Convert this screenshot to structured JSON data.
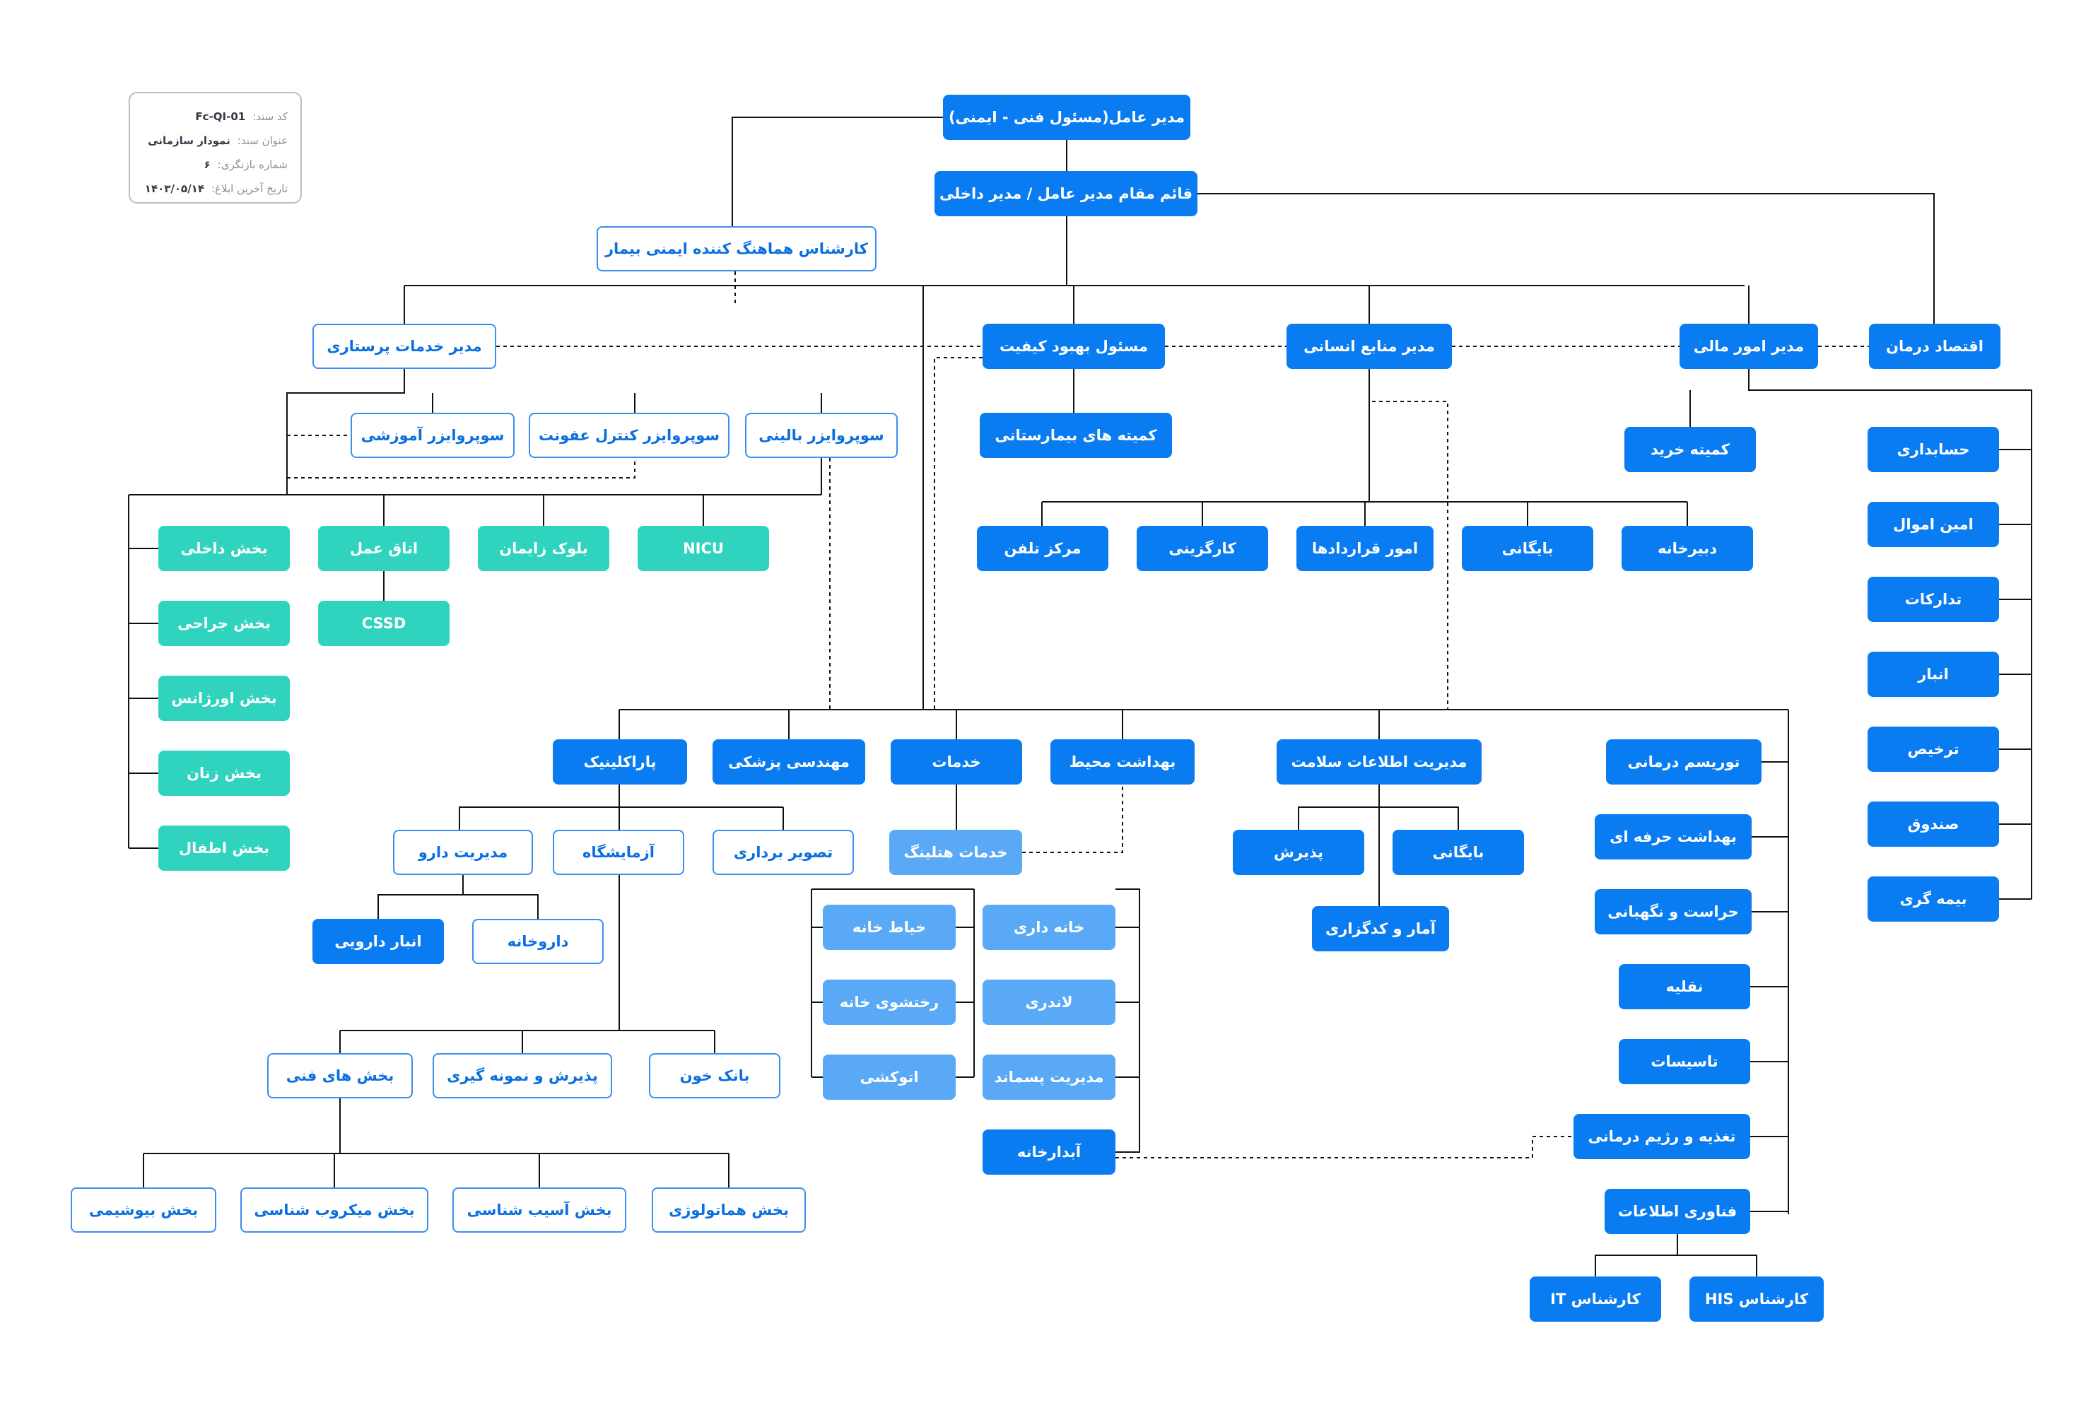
{
  "colors": {
    "primary": "#0a7cf2",
    "outline": "#3c8ff0",
    "teal": "#2fd3be",
    "light": "#5aa9f7",
    "line": "#111111"
  },
  "doc_info": [
    {
      "key": "کد سند:",
      "value": "Fc-QI-01"
    },
    {
      "key": "عنوان سند:",
      "value": "نمودار سازمانی"
    },
    {
      "key": "شماره بازنگری:",
      "value": "۶"
    },
    {
      "key": "تاریخ آخرین ابلاغ:",
      "value": "۱۴۰۳/۰۵/۱۴"
    }
  ],
  "nodes": {
    "ceo": "مدیر عامل(مسئول فنی - ایمنی)",
    "deputy": "قائم مقام مدیر عامل / مدیر داخلی",
    "patient_safety": "کارشناس هماهنگ کننده ایمنی بیمار",
    "nursing": "مدیر خدمات پرستاری",
    "quality": "مسئول بهبود کیفیت",
    "hr": "مدیر منابع انسانی",
    "finance": "مدیر امور مالی",
    "health_econ": "اقتصاد درمان",
    "sup_edu": "سوپروایزر آموزشی",
    "sup_infection": "سوپروایزر کنترل عفونت",
    "sup_clinical": "سوپروایزر بالینی",
    "hospital_committees": "کمیته های بیمارستانی",
    "purchase_committee": "کمیته خرید",
    "accounting": "حسابداری",
    "assets": "امین اموال",
    "procurement": "تدارکات",
    "warehouse": "انبار",
    "discharge": "ترخیص",
    "cashier": "صندوق",
    "insurance": "بیمه گری",
    "internal_ward": "بخش داخلی",
    "or": "اتاق عمل",
    "maternity": "بلوک زایمان",
    "nicu": "NICU",
    "cssd": "CSSD",
    "surgical_ward": "بخش جراحی",
    "emergency": "بخش اورژانس",
    "women_ward": "بخش زنان",
    "pediatric_ward": "بخش اطفال",
    "phone_center": "مرکز تلفن",
    "personnel": "کارگزینی",
    "contracts": "امور قراردادها",
    "hr_archive": "بایگانی",
    "secretariat": "دبیرخانه",
    "paraclinic": "پاراکلینیک",
    "med_eng": "مهندسی پزشکی",
    "services": "خدمات",
    "env_health": "بهداشت محیط",
    "him": "مدیریت اطلاعات سلامت",
    "med_tourism": "توریسم درمانی",
    "occ_health": "بهداشت حرفه ای",
    "security": "حراست و نگهبانی",
    "transport": "نقلیه",
    "facilities": "تاسیسات",
    "nutrition": "تغذیه و رژیم درمانی",
    "it": "فناوری اطلاعات",
    "drug_mgmt": "مدیریت دارو",
    "lab": "آزمایشگاه",
    "imaging": "تصویر برداری",
    "hoteling": "خدمات هتلینگ",
    "reception": "پذیرش",
    "him_archive": "بایگانی",
    "stats_coding": "آمار و کدگزاری",
    "drug_store": "انبار دارویی",
    "pharmacy": "داروخانه",
    "sewing": "خیاط خانه",
    "housekeeping": "خانه داری",
    "laundry_wash": "رختشوی خانه",
    "laundry": "لاندری",
    "autoclave": "اتوکشی",
    "waste": "مدیریت پسماند",
    "kitchen": "آبدارخانه",
    "tech_wards": "بخش های فنی",
    "sampling": "پذیرش و نمونه گیری",
    "blood_bank": "بانک خون",
    "biochem": "بخش بیوشیمی",
    "microbio": "بخش میکروب شناسی",
    "pathology": "بخش آسیب شناسی",
    "hematology": "بخش هماتولوژی",
    "it_expert": "کارشناس IT",
    "his_expert": "کارشناس HIS"
  }
}
